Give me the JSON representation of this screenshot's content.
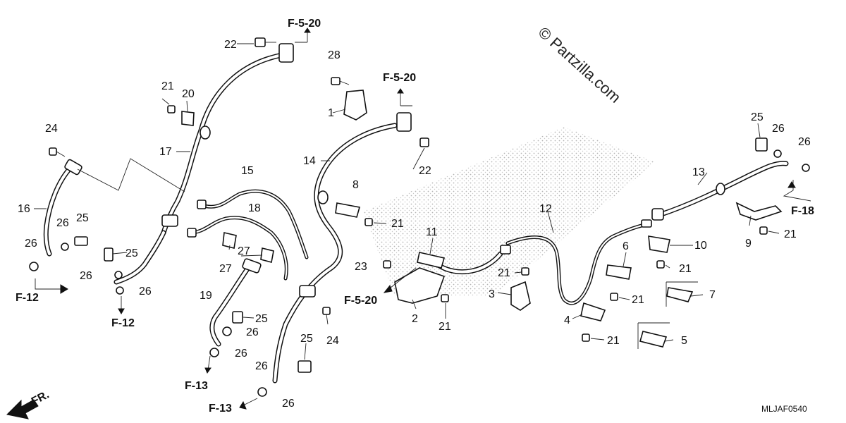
{
  "diagram_code": "MLJAF0540",
  "watermark": "© Partzilla.com",
  "front_indicator": "FR.",
  "section_refs": {
    "ref_f520_top": "F-5-20",
    "ref_f520_mid": "F-5-20",
    "ref_f520_low": "F-5-20",
    "ref_f12_a": "F-12",
    "ref_f12_b": "F-12",
    "ref_f13_a": "F-13",
    "ref_f13_b": "F-13",
    "ref_f18": "F-18"
  },
  "part_numbers": {
    "p1": "1",
    "p2": "2",
    "p3": "3",
    "p4": "4",
    "p5": "5",
    "p6": "6",
    "p7": "7",
    "p8": "8",
    "p9": "9",
    "p10": "10",
    "p11": "11",
    "p12": "12",
    "p13": "13",
    "p14": "14",
    "p15": "15",
    "p16": "16",
    "p17": "17",
    "p18": "18",
    "p19": "19",
    "p20": "20",
    "p21_a": "21",
    "p21_b": "21",
    "p21_c": "21",
    "p21_d": "21",
    "p21_e": "21",
    "p21_f": "21",
    "p21_g": "21",
    "p21_h": "21",
    "p22_a": "22",
    "p22_b": "22",
    "p23": "23",
    "p24_a": "24",
    "p24_b": "24",
    "p25_a": "25",
    "p25_b": "25",
    "p25_c": "25",
    "p25_d": "25",
    "p25_e": "25",
    "p26_a": "26",
    "p26_b": "26",
    "p26_c": "26",
    "p26_d": "26",
    "p26_e": "26",
    "p26_f": "26",
    "p26_g": "26",
    "p26_h": "26",
    "p26_i": "26",
    "p27_a": "27",
    "p27_b": "27",
    "p28": "28"
  }
}
